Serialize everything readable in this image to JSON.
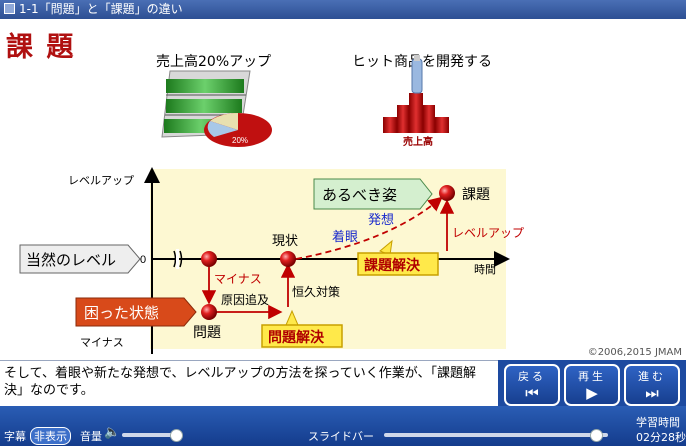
{
  "window": {
    "title": "1-1「問題」と「課題」の違い"
  },
  "slide": {
    "heading": "課 題",
    "left_caption": "売上高20%アップ",
    "right_caption": "ヒット商品を開発する",
    "pie_label": "20%",
    "bar_label": "売上高",
    "diagram": {
      "y_top": "レベルアップ",
      "y_bottom": "マイナス",
      "zero": "0",
      "x_label": "時間",
      "normal_level": "当然のレベル",
      "trouble": "困った状態",
      "ideal": "あるべき姿",
      "kadai": "課題",
      "genjo": "現状",
      "mondai": "問題",
      "minus_arrow": "マイナス",
      "cause": "原因追及",
      "permanent": "恒久対策",
      "focus": "着眼",
      "idea": "発想",
      "levelup": "レベルアップ",
      "kadai_kaiketsu": "課題解決",
      "mondai_kaiketsu": "問題解決"
    },
    "copyright": "©2006,2015 JMAM"
  },
  "narration": "そして、着眼や新たな発想で、レベルアップの方法を探っていく作業が、「課題解決」なのです。",
  "controls": {
    "back": "戻る",
    "play": "再生",
    "next": "進む"
  },
  "bottom": {
    "subtitle_label": "字幕",
    "subtitle_state": "非表示",
    "volume_label": "音量",
    "slider_label": "スライドバー",
    "study_time_label": "学習時間",
    "study_time": "02分28秒"
  }
}
